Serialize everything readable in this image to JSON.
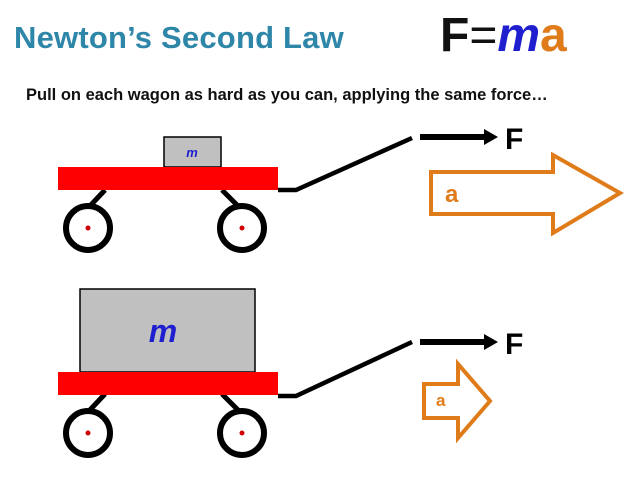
{
  "title": "Newton’s Second Law",
  "formula": {
    "F": "F",
    "equals": "=",
    "m": "m",
    "a": "a"
  },
  "subtitle": "Pull on each wagon as hard as you can, applying the same force…",
  "wagons": [
    {
      "mass_label": "m",
      "force_label": "F",
      "accel_label": "a"
    },
    {
      "mass_label": "m",
      "force_label": "F",
      "accel_label": "a"
    }
  ],
  "colors": {
    "title": "#2e86a8",
    "wagon_bed": "#ff0000",
    "mass_box": "#c0c0c0",
    "mass_text": "#1f1fd0",
    "accel_arrow": "#e07b1a",
    "force_arrow": "#000000",
    "axle_dot": "#d00000"
  }
}
